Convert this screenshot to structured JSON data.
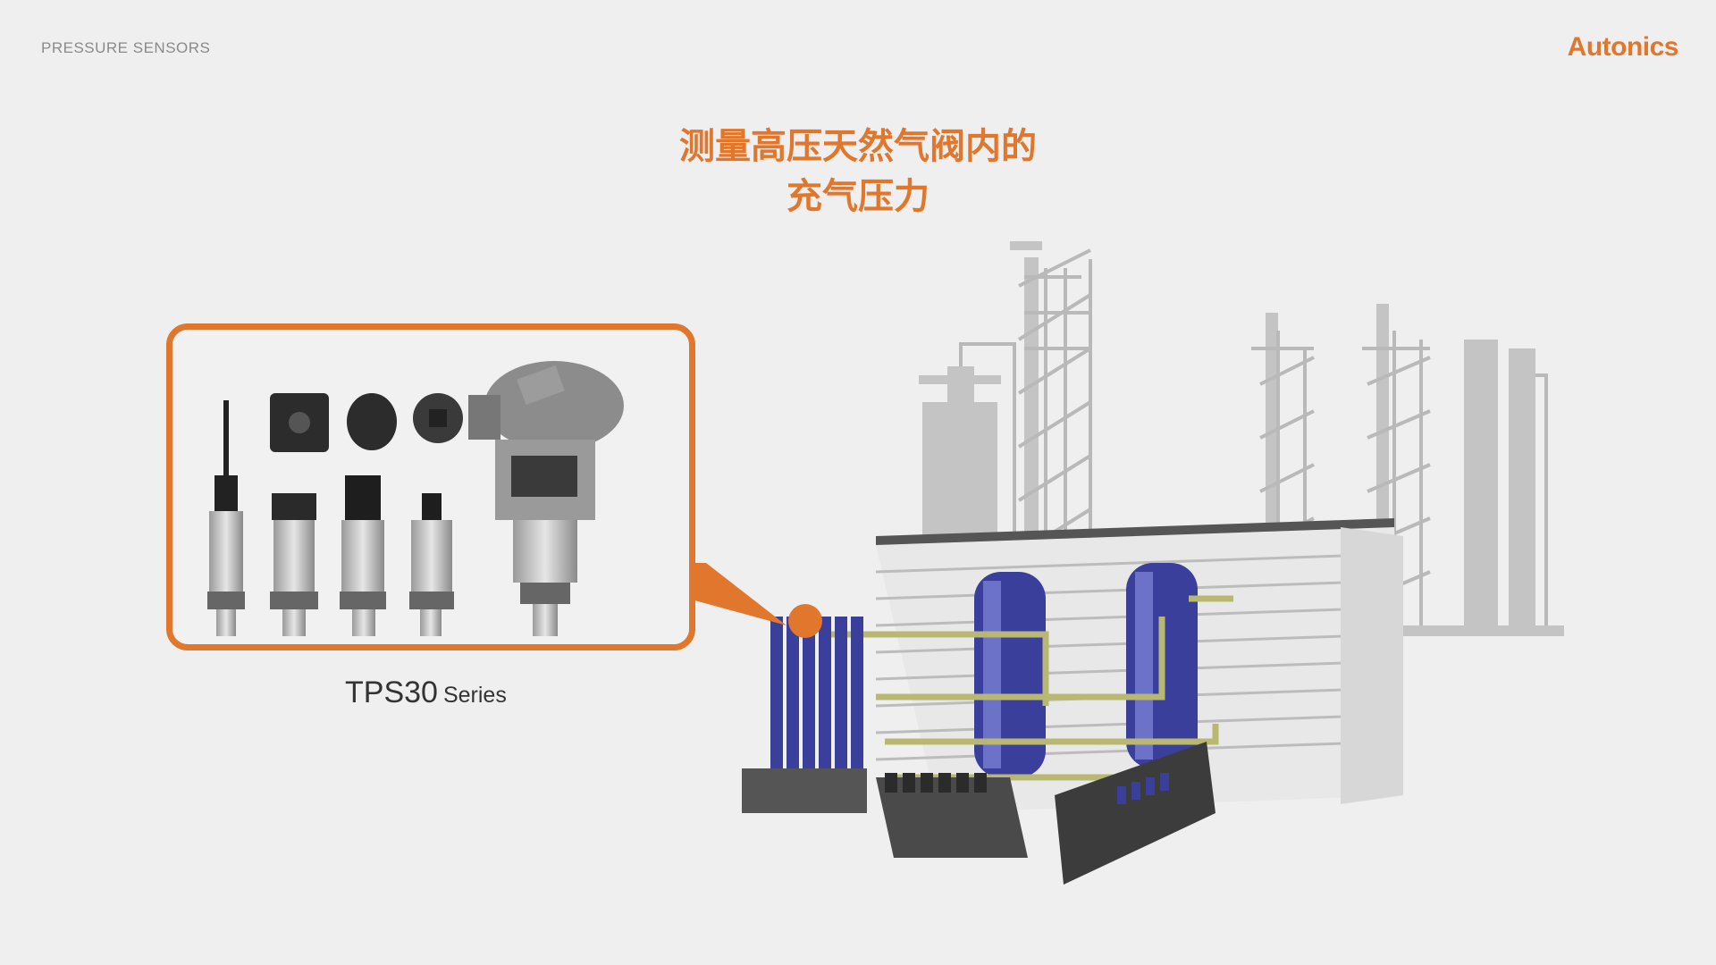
{
  "header": {
    "section_label": "PRESSURE SENSORS",
    "brand": "Autonics"
  },
  "headline": {
    "line1": "测量高压天然气阀内的",
    "line2": "充气压力"
  },
  "product": {
    "series_name": "TPS30",
    "series_suffix": "Series"
  },
  "colors": {
    "accent": "#e0772c",
    "background": "#efefef"
  }
}
